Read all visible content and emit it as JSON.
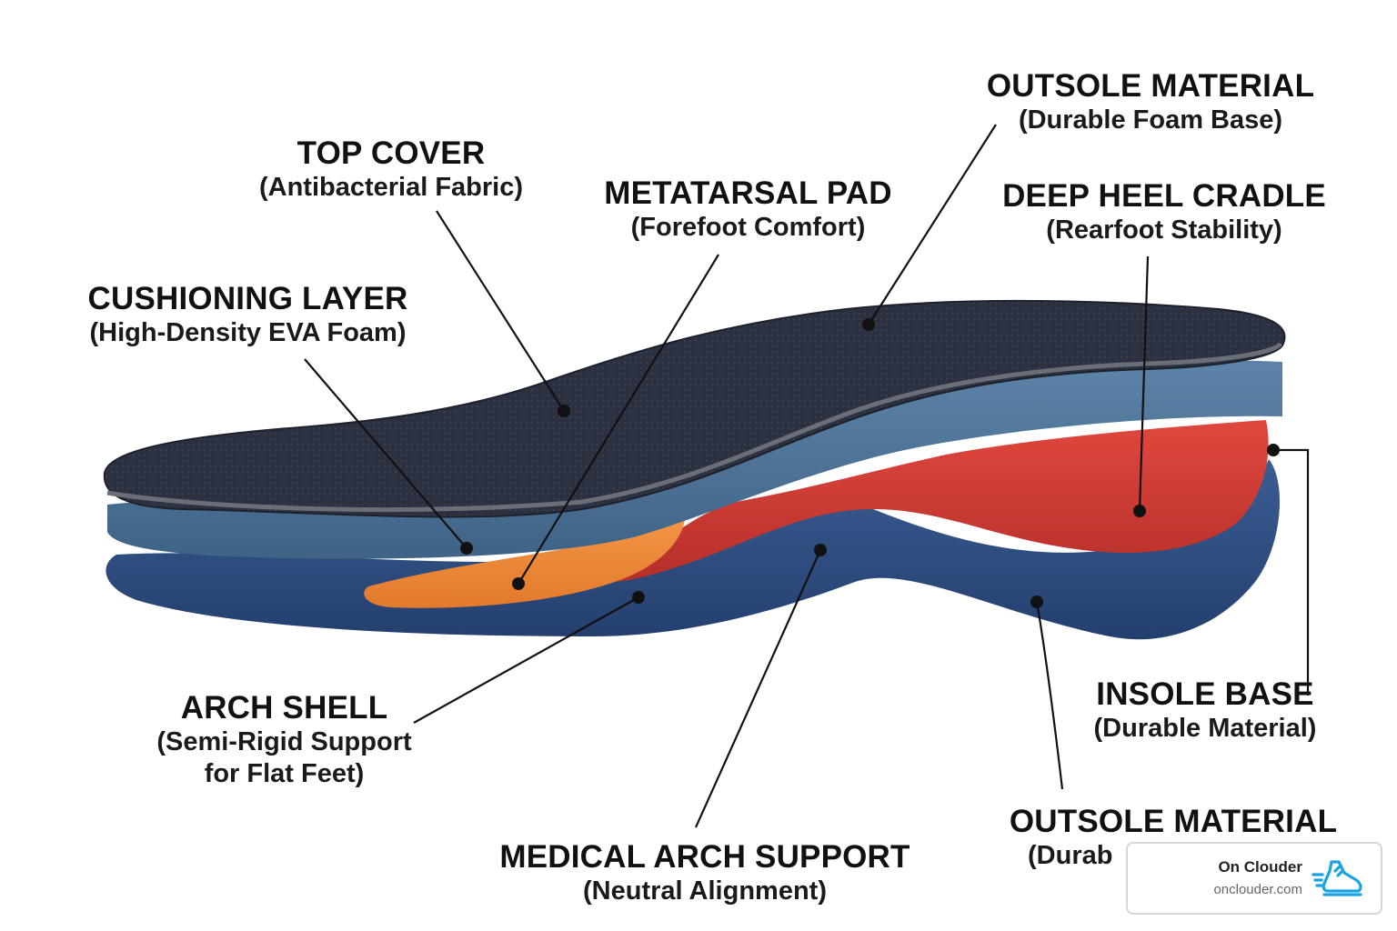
{
  "labels": {
    "top_cover": {
      "title": "TOP COVER",
      "sub": "(Antibacterial Fabric)"
    },
    "cushioning_layer": {
      "title": "CUSHIONING LAYER",
      "sub": "(High-Density EVA Foam)"
    },
    "metatarsal_pad": {
      "title": "METATARSAL PAD",
      "sub": "(Forefoot Comfort)"
    },
    "outsole_material_top": {
      "title": "OUTSOLE MATERIAL",
      "sub": "(Durable Foam Base)"
    },
    "deep_heel_cradle": {
      "title": "DEEP HEEL CRADLE",
      "sub": "(Rearfoot Stability)"
    },
    "arch_shell": {
      "title": "ARCH SHELL",
      "sub_line1": "(Semi-Rigid Support",
      "sub_line2": "for Flat Feet)"
    },
    "medical_arch_support": {
      "title": "MEDICAL ARCH SUPPORT",
      "sub": "(Neutral Alignment)"
    },
    "insole_base": {
      "title": "INSOLE BASE",
      "sub": "(Durable Material)"
    },
    "outsole_material_bottom": {
      "title": "OUTSOLE MATERIAL",
      "sub": "(Durab"
    }
  },
  "badge": {
    "brand": "On Clouder",
    "site": "onclouder.com",
    "icon": "running-shoe-icon",
    "accent": "#1aa3e0"
  },
  "colors": {
    "top_cover": "#2b3140",
    "cushion": "#4f7496",
    "heel_cradle": "#cf3b34",
    "metatarsal": "#ee8a3a",
    "base": "#2f4f84",
    "leader": "#111111"
  }
}
